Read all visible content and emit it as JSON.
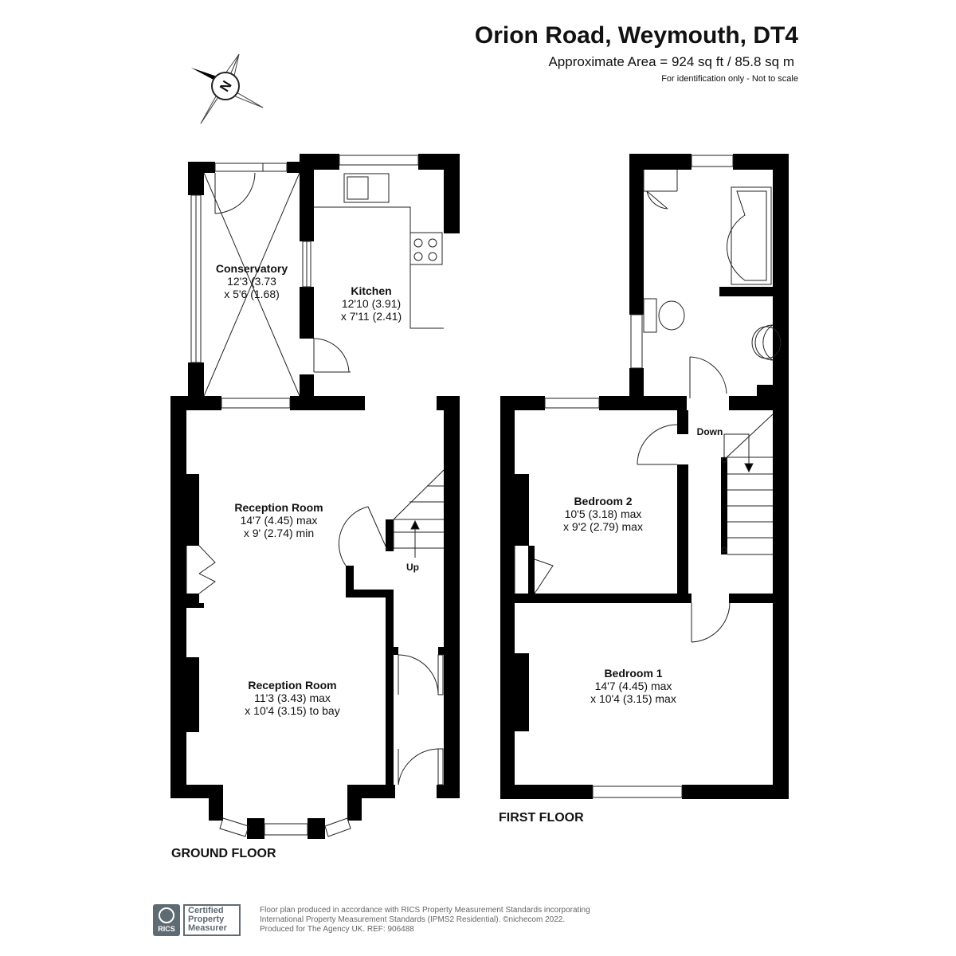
{
  "header": {
    "title": "Orion Road, Weymouth, DT4",
    "area": "Approximate Area = 924 sq ft / 85.8 sq m",
    "note": "For identification only - Not to scale"
  },
  "compass": {
    "label": "N"
  },
  "ground_floor": {
    "label": "GROUND FLOOR",
    "conservatory": {
      "name": "Conservatory",
      "dim1": "12'3 (3.73",
      "dim2": "x 5'6 (1.68)"
    },
    "kitchen": {
      "name": "Kitchen",
      "dim1": "12'10 (3.91)",
      "dim2": "x 7'11 (2.41)"
    },
    "reception1": {
      "name": "Reception Room",
      "dim1": "14'7 (4.45) max",
      "dim2": "x 9' (2.74) min"
    },
    "reception2": {
      "name": "Reception Room",
      "dim1": "11'3 (3.43) max",
      "dim2": "x 10'4 (3.15) to bay"
    },
    "stairs_label": "Up"
  },
  "first_floor": {
    "label": "FIRST FLOOR",
    "bedroom2": {
      "name": "Bedroom 2",
      "dim1": "10'5 (3.18) max",
      "dim2": "x 9'2 (2.79) max"
    },
    "bedroom1": {
      "name": "Bedroom 1",
      "dim1": "14'7 (4.45) max",
      "dim2": "x 10'4 (3.15) max"
    },
    "stairs_label": "Down"
  },
  "footer": {
    "rics": "RICS",
    "cert_line1": "Certified",
    "cert_line2": "Property",
    "cert_line3": "Measurer",
    "line1": "Floor plan produced in accordance with RICS Property Measurement Standards incorporating",
    "line2": "International Property Measurement Standards (IPMS2 Residential).  ©nichecom 2022.",
    "line3": "Produced for The Agency UK.   REF:  906488"
  },
  "colors": {
    "wall": "#000000",
    "text": "#111111",
    "badge": "#5f6b73"
  }
}
